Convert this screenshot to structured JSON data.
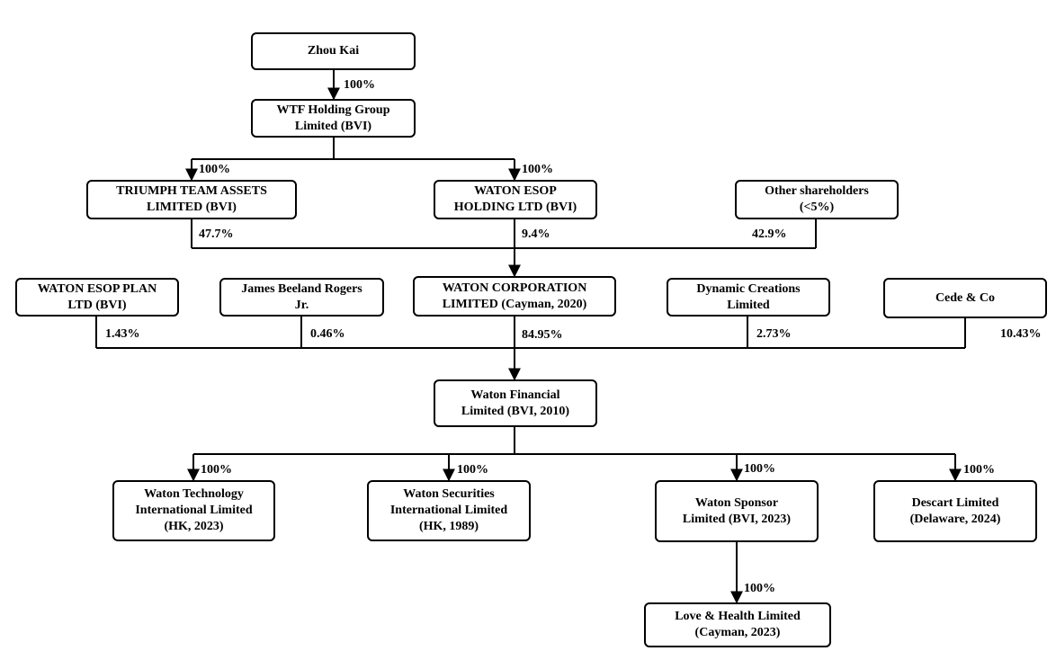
{
  "colors": {
    "line": "#000000",
    "box_border": "#000000",
    "background": "#ffffff"
  },
  "entities": {
    "zhou_kai": "Zhou Kai",
    "wtf": "WTF Holding Group\nLimited (BVI)",
    "triumph": "TRIUMPH TEAM ASSETS\nLIMITED (BVI)",
    "esop_holding": "WATON ESOP\nHOLDING LTD (BVI)",
    "other": "Other shareholders\n(<5%)",
    "esop_plan": "WATON ESOP PLAN\nLTD (BVI)",
    "rogers": "James Beeland Rogers\nJr.",
    "waton_corp": "WATON CORPORATION\nLIMITED (Cayman, 2020)",
    "dynamic": "Dynamic Creations\nLimited",
    "cede": "Cede & Co",
    "waton_financial": "Waton Financial\nLimited (BVI, 2010)",
    "waton_tech": "Waton Technology\nInternational Limited\n(HK, 2023)",
    "waton_sec": "Waton Securities\nInternational Limited\n(HK, 1989)",
    "waton_sponsor": "Waton Sponsor\nLimited (BVI, 2023)",
    "descart": "Descart Limited\n(Delaware, 2024)",
    "love_health": "Love & Health Limited\n(Cayman, 2023)"
  },
  "ownership": {
    "zhou_to_wtf": "100%",
    "wtf_to_triumph": "100%",
    "wtf_to_esop_holding": "100%",
    "triumph_to_corp": "47.7%",
    "esop_holding_to_corp": "9.4%",
    "other_to_corp": "42.9%",
    "esop_plan_to_fin": "1.43%",
    "rogers_to_fin": "0.46%",
    "corp_to_fin": "84.95%",
    "dynamic_to_fin": "2.73%",
    "cede_to_fin": "10.43%",
    "fin_to_tech": "100%",
    "fin_to_sec": "100%",
    "fin_to_sponsor": "100%",
    "fin_to_descart": "100%",
    "sponsor_to_love": "100%"
  }
}
